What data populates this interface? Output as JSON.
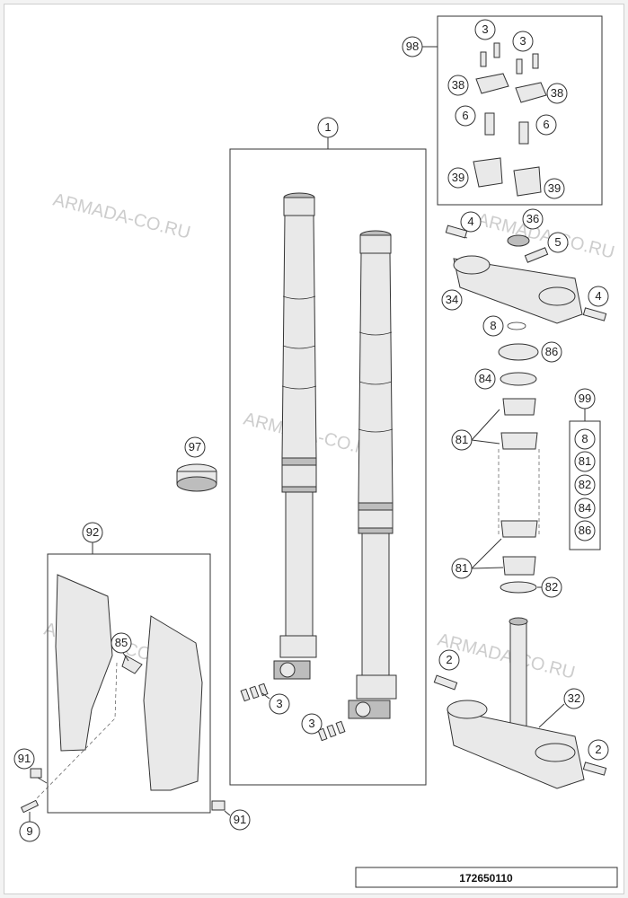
{
  "diagram": {
    "reference_number": "172650110",
    "watermark": "ARMADA-CO.RU",
    "callouts": [
      {
        "id": "c98",
        "label": "98"
      },
      {
        "id": "c3a",
        "label": "3"
      },
      {
        "id": "c3b",
        "label": "3"
      },
      {
        "id": "c38a",
        "label": "38"
      },
      {
        "id": "c38b",
        "label": "38"
      },
      {
        "id": "c6a",
        "label": "6"
      },
      {
        "id": "c6b",
        "label": "6"
      },
      {
        "id": "c39a",
        "label": "39"
      },
      {
        "id": "c39b",
        "label": "39"
      },
      {
        "id": "c1",
        "label": "1"
      },
      {
        "id": "c4a",
        "label": "4"
      },
      {
        "id": "c36",
        "label": "36"
      },
      {
        "id": "c5",
        "label": "5"
      },
      {
        "id": "c34",
        "label": "34"
      },
      {
        "id": "c4b",
        "label": "4"
      },
      {
        "id": "c8",
        "label": "8"
      },
      {
        "id": "c86",
        "label": "86"
      },
      {
        "id": "c84",
        "label": "84"
      },
      {
        "id": "c99",
        "label": "99"
      },
      {
        "id": "c81a",
        "label": "81"
      },
      {
        "id": "k8",
        "label": "8"
      },
      {
        "id": "k81",
        "label": "81"
      },
      {
        "id": "k82",
        "label": "82"
      },
      {
        "id": "k84",
        "label": "84"
      },
      {
        "id": "k86",
        "label": "86"
      },
      {
        "id": "c97",
        "label": "97"
      },
      {
        "id": "c81b",
        "label": "81"
      },
      {
        "id": "c82",
        "label": "82"
      },
      {
        "id": "c92",
        "label": "92"
      },
      {
        "id": "c85",
        "label": "85"
      },
      {
        "id": "c2a",
        "label": "2"
      },
      {
        "id": "c32",
        "label": "32"
      },
      {
        "id": "c3c",
        "label": "3"
      },
      {
        "id": "c3d",
        "label": "3"
      },
      {
        "id": "c2b",
        "label": "2"
      },
      {
        "id": "c91a",
        "label": "91"
      },
      {
        "id": "c9",
        "label": "9"
      },
      {
        "id": "c91b",
        "label": "91"
      }
    ]
  }
}
